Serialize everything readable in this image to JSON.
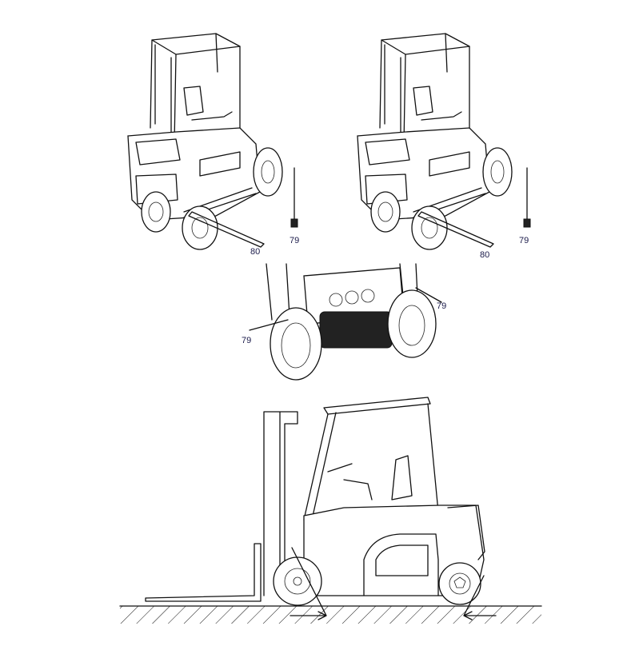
{
  "figures": [
    {
      "name": "rear-view-left",
      "callouts": [
        "80",
        "79"
      ]
    },
    {
      "name": "rear-view-right",
      "callouts": [
        "80",
        "79"
      ]
    },
    {
      "name": "rear-axle-detail",
      "callouts": [
        "79",
        "79"
      ]
    },
    {
      "name": "side-view-on-ground",
      "callouts": []
    }
  ]
}
